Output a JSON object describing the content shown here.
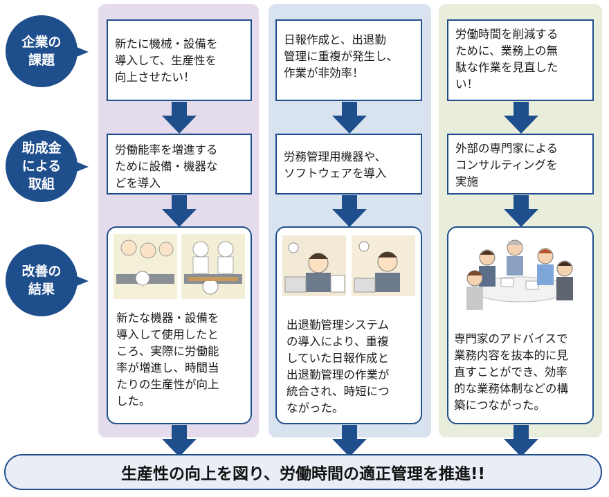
{
  "row_labels": [
    "企業の\n課題",
    "助成金\nによる\n取組",
    "改善の\n結果"
  ],
  "columns": [
    {
      "issue": "新たに機械・設備を\n導入して、生産性を\n向上させたい！",
      "action": "労働能率を増進する\nために設備・機器な\nどを導入",
      "result": "新たな機器・設備を\n導入して使用したと\nころ、実際に労働能\n率が増進し、時間当\nたりの生産性が向上\nした。"
    },
    {
      "issue": "日報作成と、出退勤\n管理に重複が発生し、\n作業が非効率！",
      "action": "労務管理用機器や、\nソフトウェアを導入",
      "result": "出退勤管理システム\nの導入により、重複\nしていた日報作成と\n出退勤管理の作業が\n統合され、時短につ\nながった。"
    },
    {
      "issue": "労働時間を削減する\nために、業務上の無\n駄な作業を見直した\nい！",
      "action": "外部の専門家による\nコンサルティングを\n実施",
      "result": "専門家のアドバイスで\n業務内容を抜本的に見\n直すことができ、効率\n的な業務体制などの構\n築につながった。"
    }
  ],
  "conclusion": "生産性の向上を図り、労働時間の適正管理を推進!!",
  "colors": {
    "navy": "#1f4e8c",
    "col1_bg": "#e4dcec",
    "col2_bg": "#d9e3f0",
    "col3_bg": "#e8eddc",
    "bar_bg": "#e8edf6"
  }
}
